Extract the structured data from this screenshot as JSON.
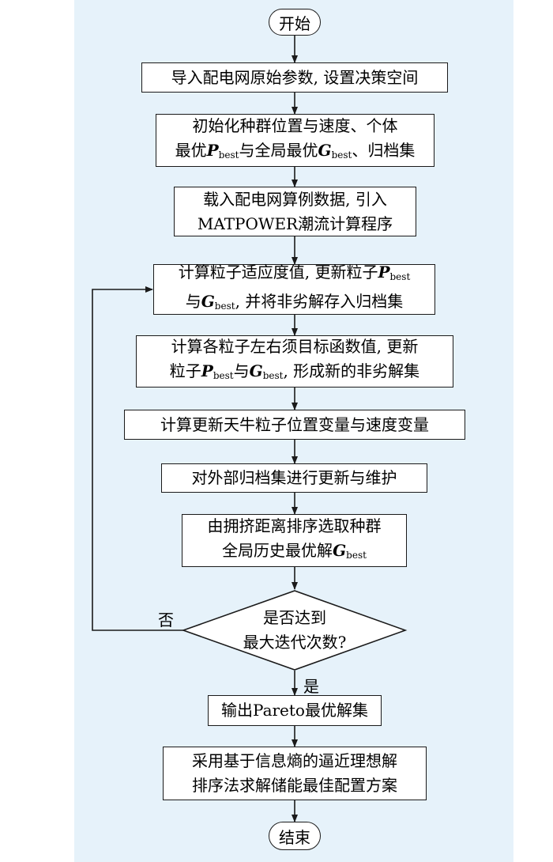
{
  "flowchart": {
    "start": "开始",
    "end": "结束",
    "no_label": "否",
    "yes_label": "是",
    "steps": [
      {
        "line1": "导入配电网原始参数, 设置决策空间"
      },
      {
        "line1": "初始化种群位置与速度、个体",
        "line2": {
          "a": "最优",
          "v1": "P",
          "s1": "best",
          "b": "与全局最优",
          "v2": "G",
          "s2": "best",
          "c": "、归档集"
        }
      },
      {
        "line1": "载入配电网算例数据, 引入",
        "line2": "MATPOWER潮流计算程序"
      },
      {
        "line1": {
          "a": "计算粒子适应度值, 更新粒子",
          "v1": "P",
          "s1": "best"
        },
        "line2": {
          "a": "与",
          "v2": "G",
          "s2": "best",
          "b": ", 并将非劣解存入归档集"
        }
      },
      {
        "line1": "计算各粒子左右须目标函数值, 更新",
        "line2": {
          "a": "粒子",
          "v1": "P",
          "s1": "best",
          "b": "与",
          "v2": "G",
          "s2": "best",
          "c": ", 形成新的非劣解集"
        }
      },
      {
        "line1": "计算更新天牛粒子位置变量与速度变量"
      },
      {
        "line1": "对外部归档集进行更新与维护"
      },
      {
        "line1": "由拥挤距离排序选取种群",
        "line2": {
          "a": "全局历史最优解",
          "v2": "G",
          "s2": "best"
        }
      }
    ],
    "decision": {
      "line1": "是否达到",
      "line2": "最大迭代次数?"
    },
    "output_step": "输出Pareto最优解集",
    "final_step": {
      "line1": "采用基于信息熵的逼近理想解",
      "line2": "排序法求解储能最佳配置方案"
    }
  }
}
